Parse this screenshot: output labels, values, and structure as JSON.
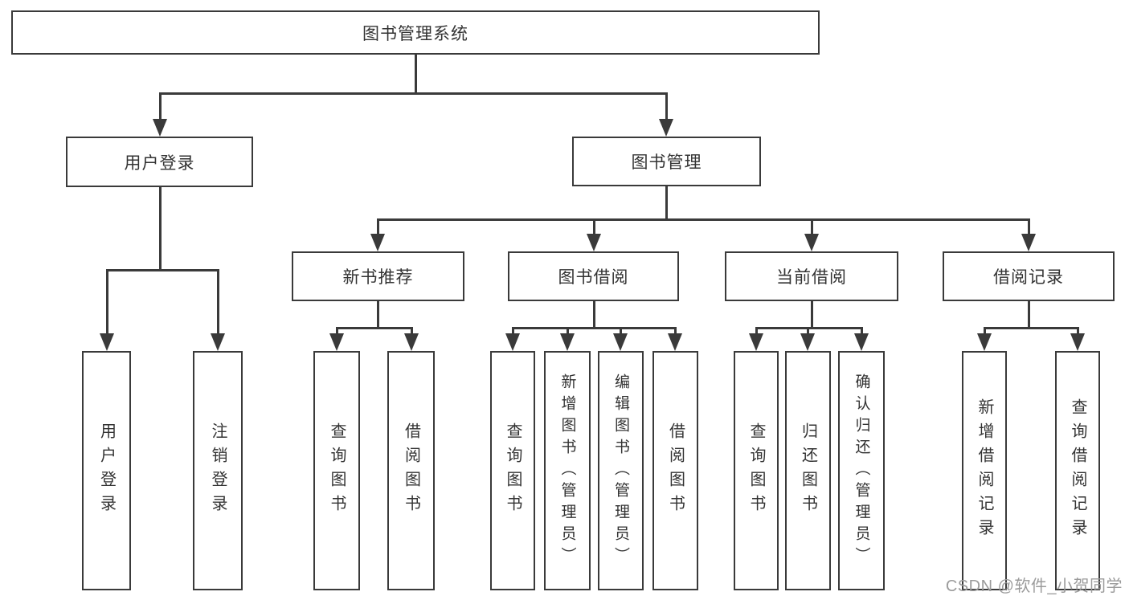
{
  "colors": {
    "bg": "#ffffff",
    "line": "#3a3a3a",
    "text": "#333333",
    "watermark": "#9b9b9b"
  },
  "watermark": {
    "text": "CSDN @软件_小贺同学"
  },
  "tree": {
    "root": {
      "label": "图书管理系统",
      "children": [
        {
          "label": "用户登录",
          "children": [
            {
              "label": "用户登录"
            },
            {
              "label": "注销登录"
            }
          ]
        },
        {
          "label": "图书管理",
          "children": [
            {
              "label": "新书推荐",
              "children": [
                {
                  "label": "查询图书"
                },
                {
                  "label": "借阅图书"
                }
              ]
            },
            {
              "label": "图书借阅",
              "children": [
                {
                  "label": "查询图书"
                },
                {
                  "label": "新增图书（管理员）"
                },
                {
                  "label": "编辑图书（管理员）"
                },
                {
                  "label": "借阅图书"
                }
              ]
            },
            {
              "label": "当前借阅",
              "children": [
                {
                  "label": "查询图书"
                },
                {
                  "label": "归还图书"
                },
                {
                  "label": "确认归还（管理员）"
                }
              ]
            },
            {
              "label": "借阅记录",
              "children": [
                {
                  "label": "新增借阅记录"
                },
                {
                  "label": "查询借阅记录"
                }
              ]
            }
          ]
        }
      ]
    }
  }
}
